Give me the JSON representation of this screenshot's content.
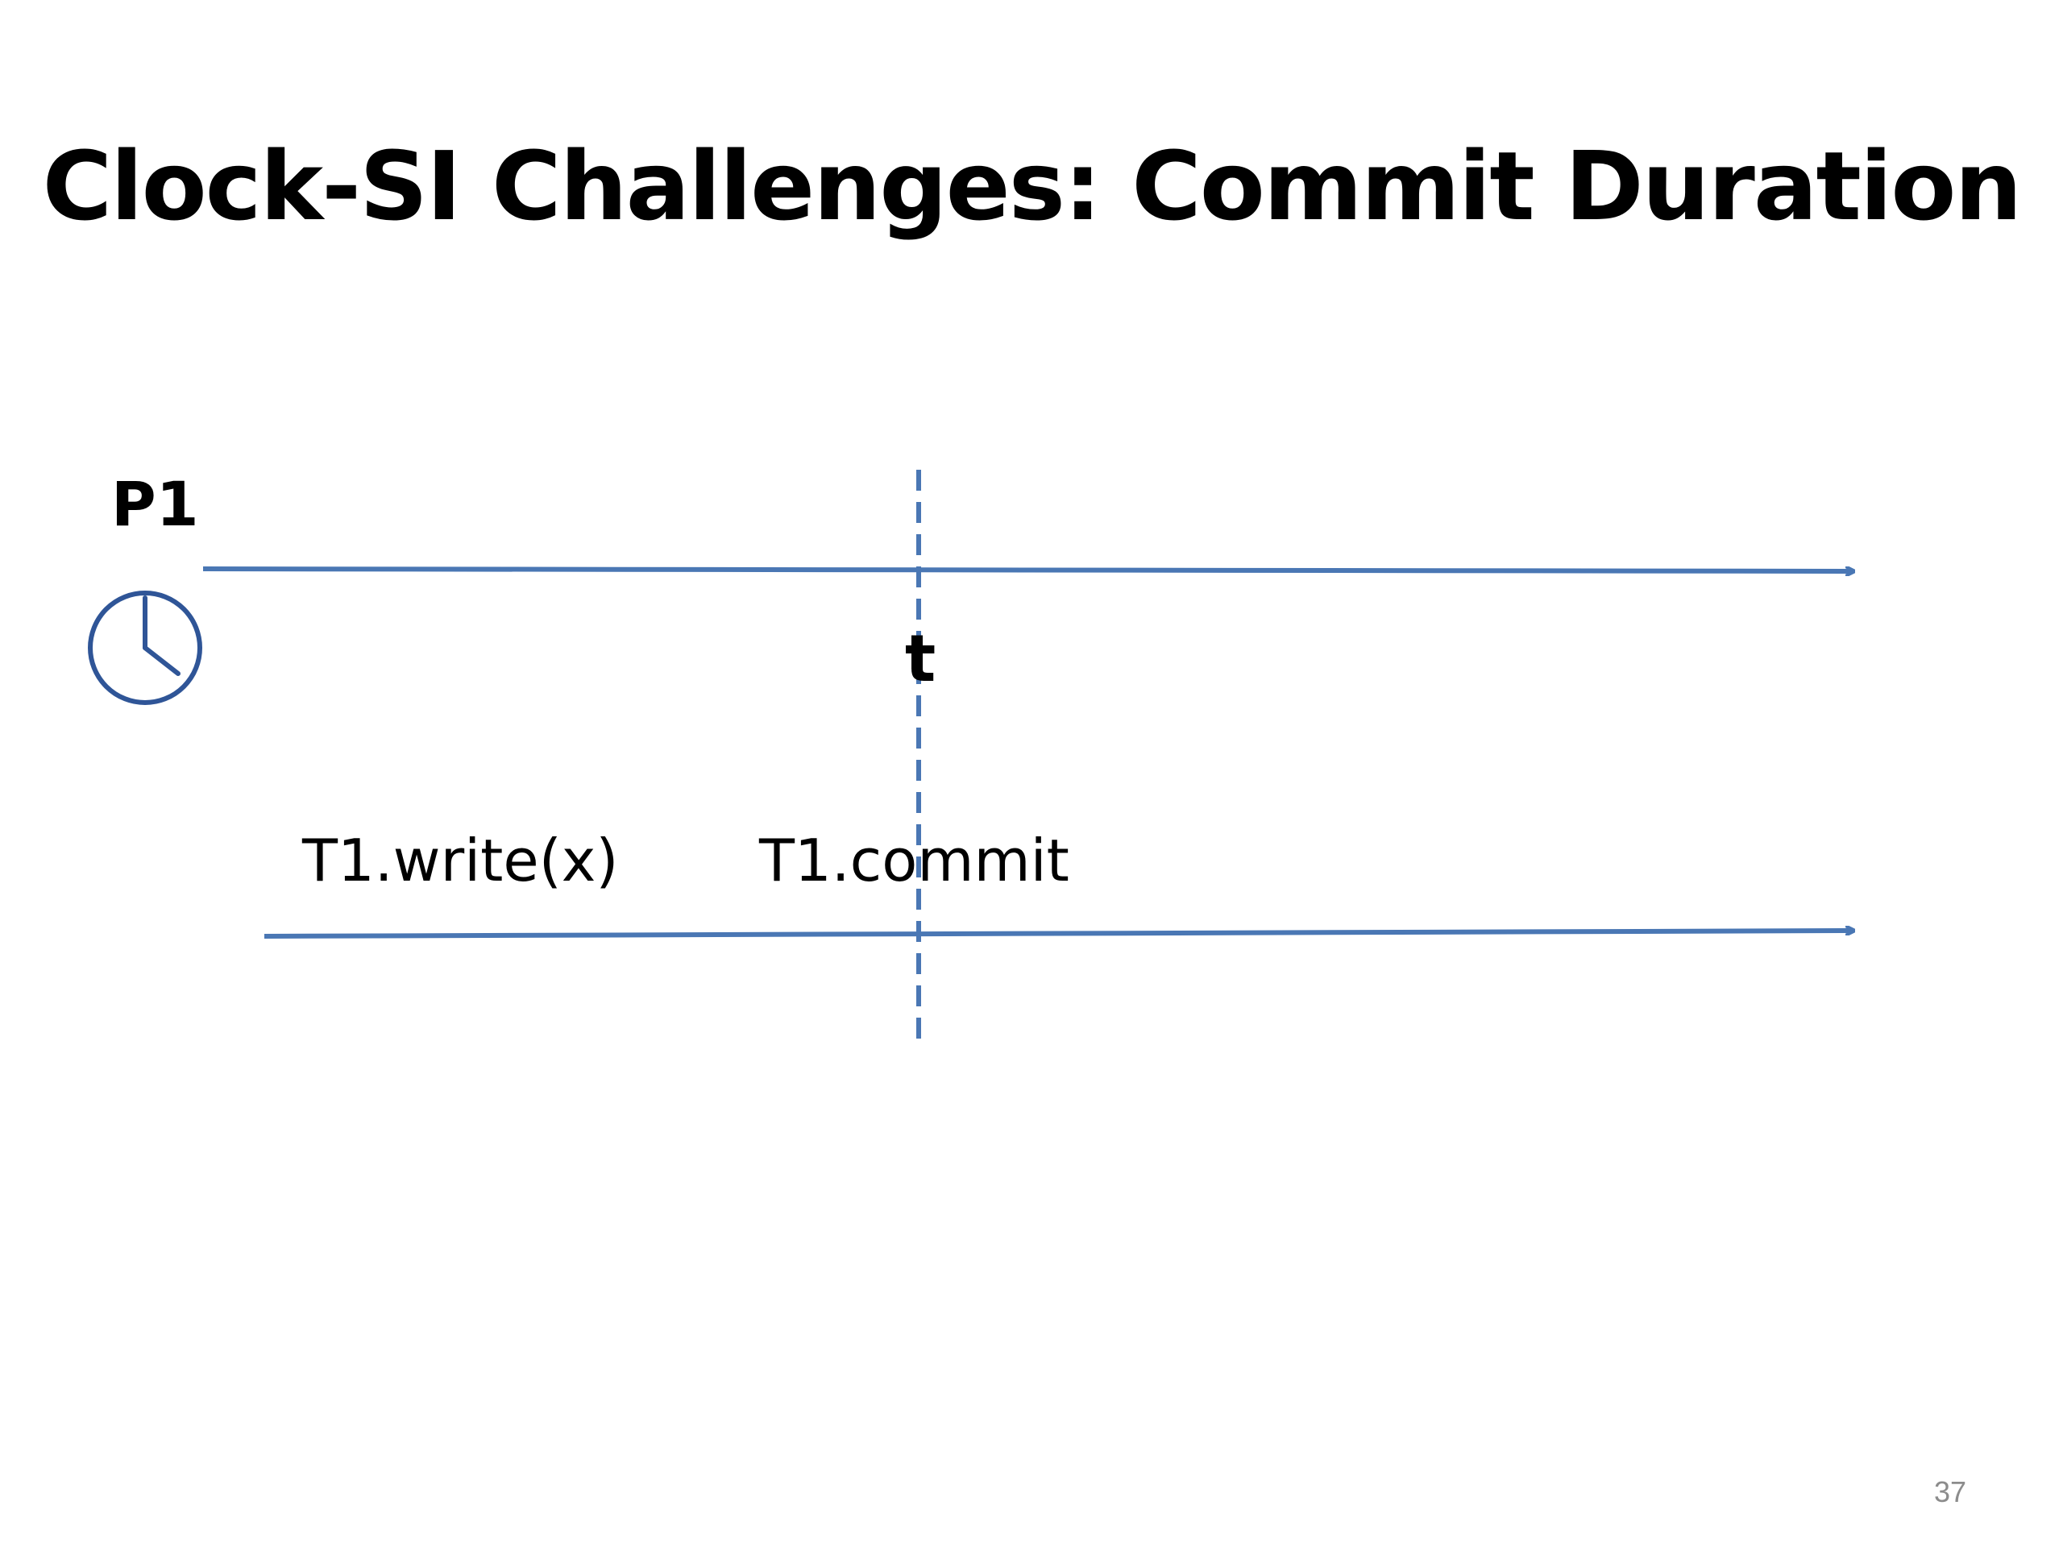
{
  "slide": {
    "title": "Clock-SI Challenges: Commit Duration",
    "page_number": "37"
  },
  "diagram": {
    "process_label": "P1",
    "time_marker_label": "t",
    "events": {
      "write": "T1.write(x)",
      "commit": "T1.commit"
    },
    "icons": {
      "clock": "clock-icon"
    },
    "colors": {
      "line": "#4a77b4",
      "clock": "#2f5597",
      "text": "#000000",
      "page_number": "#8c8c8c"
    }
  }
}
